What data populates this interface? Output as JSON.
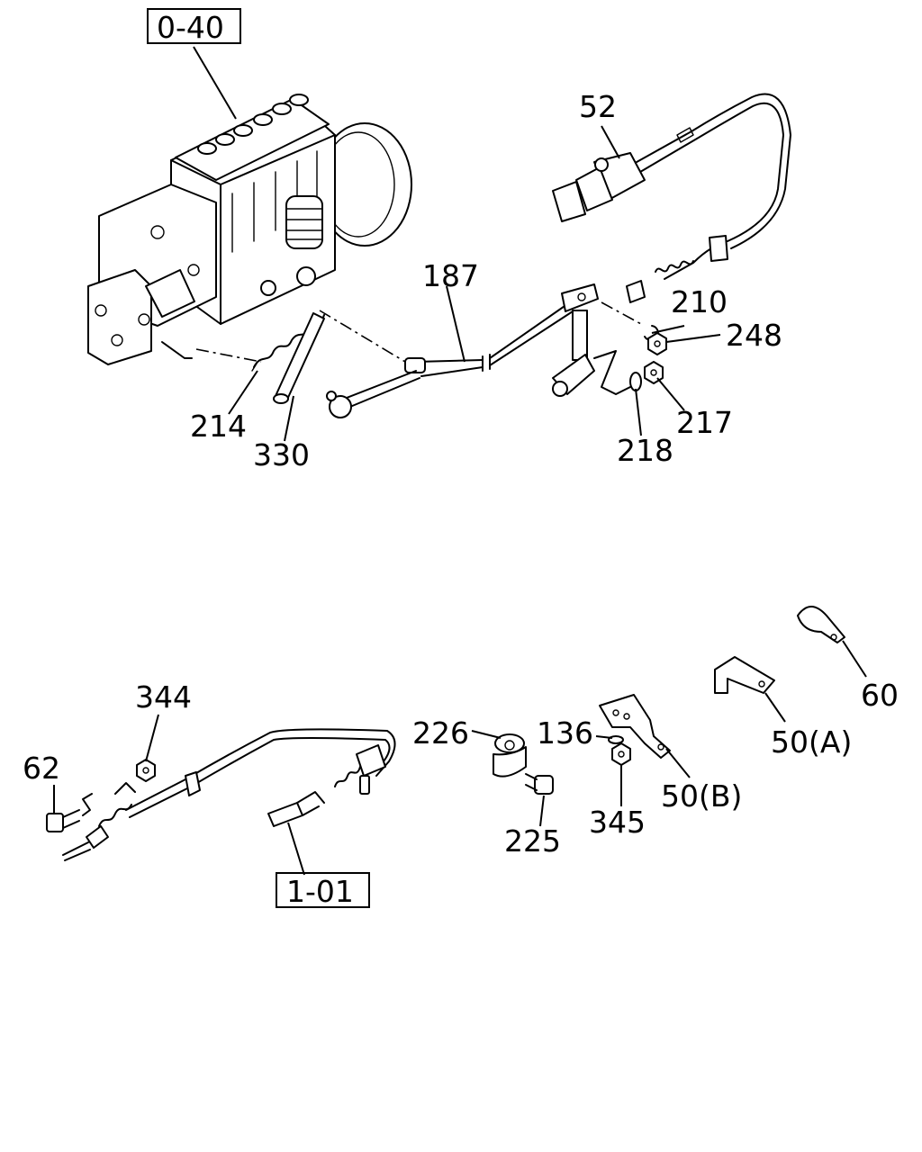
{
  "refs": {
    "top_ref": "0-40",
    "bottom_ref": "1-01"
  },
  "labels": {
    "p52": "52",
    "p187": "187",
    "p210": "210",
    "p248": "248",
    "p214": "214",
    "p330": "330",
    "p217": "217",
    "p218": "218",
    "p344": "344",
    "p62": "62",
    "p226": "226",
    "p136": "136",
    "p225": "225",
    "p345": "345",
    "p50a": "50(A)",
    "p50b": "50(B)",
    "p60": "60"
  }
}
